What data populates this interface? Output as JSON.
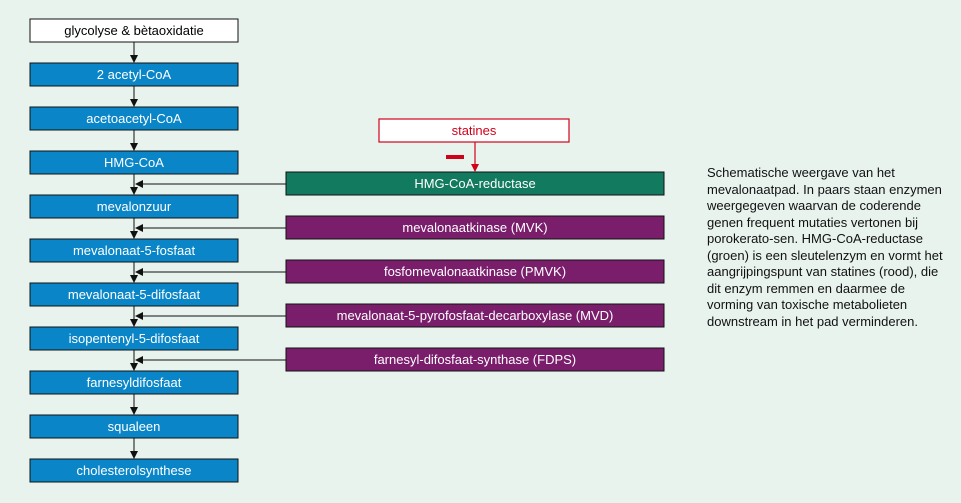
{
  "pathway": [
    "glycolyse & bètaoxidatie",
    "2 acetyl-CoA",
    "acetoacetyl-CoA",
    "HMG-CoA",
    "mevalonzuur",
    "mevalonaat-5-fosfaat",
    "mevalonaat-5-difosfaat",
    "isopentenyl-5-difosfaat",
    "farnesyldifosfaat",
    "squaleen",
    "cholesterolsynthese"
  ],
  "enzymes": [
    {
      "label": "HMG-CoA-reductase",
      "color": "#127a5f"
    },
    {
      "label": "mevalonaatkinase (MVK)",
      "color": "#7a1e6c"
    },
    {
      "label": "fosfomevalonaatkinase (PMVK)",
      "color": "#7a1e6c"
    },
    {
      "label": "mevalonaat-5-pyrofosfaat-decarboxylase (MVD)",
      "color": "#7a1e6c"
    },
    {
      "label": "farnesyl-difosfaat-synthase (FDPS)",
      "color": "#7a1e6c"
    }
  ],
  "inhibitor": {
    "label": "statines",
    "color": "#d0021b"
  },
  "caption": "Schematische weergave van het mevalonaatpad. In paars staan enzymen weergegeven waarvan de coderende genen frequent mutaties vertonen bij porokerato-sen. HMG-CoA-reductase (groen) is een sleutelenzym en vormt het aangrijpingspunt van statines (rood), die dit enzym remmen en daarmee de vorming van toxische metabolieten downstream in het pad verminderen.",
  "colors": {
    "pathway_box": "#0a86c8",
    "background": "#e8f3ee"
  }
}
